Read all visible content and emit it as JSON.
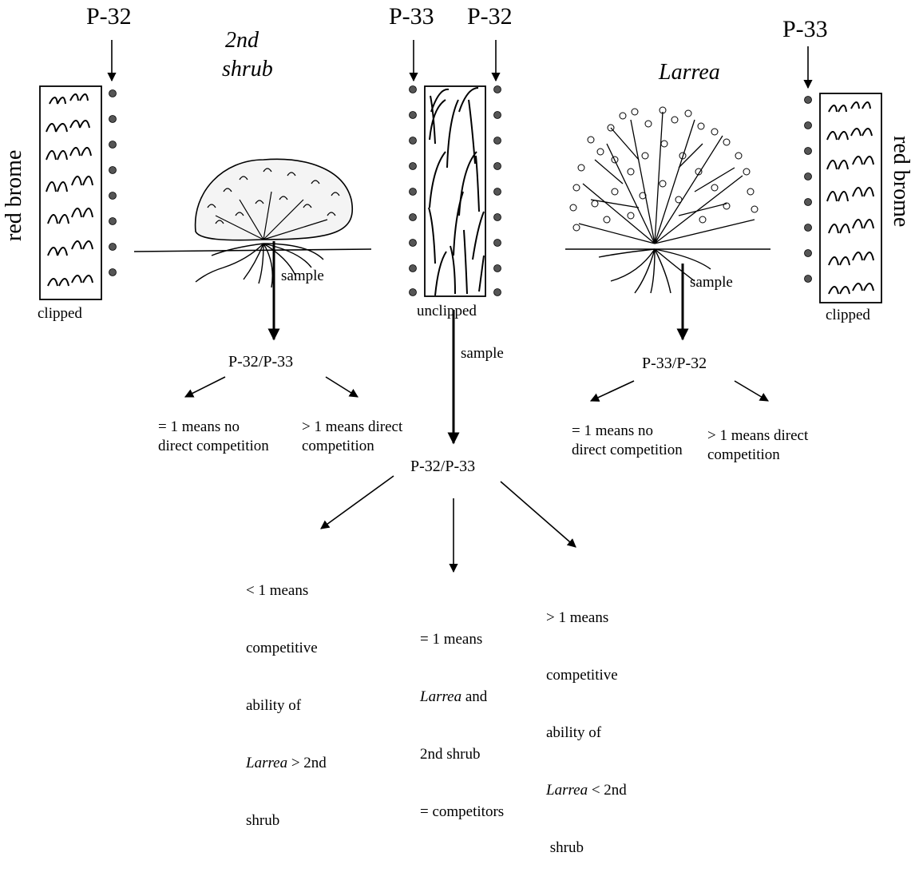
{
  "diagram": {
    "probe_labels": {
      "left_p32": "P-32",
      "mid_p33": "P-33",
      "mid_p32": "P-32",
      "right_p33": "P-33"
    },
    "plant_labels": {
      "second_shrub_line1": "2nd",
      "second_shrub_line2": "shrub",
      "larrea": "Larrea"
    },
    "side_labels": {
      "left": "red brome",
      "right": "red brome"
    },
    "plot_labels": {
      "left": "clipped",
      "middle": "unclipped",
      "right": "clipped"
    },
    "sample_labels": {
      "left": "sample",
      "middle": "sample",
      "right": "sample"
    },
    "ratios": {
      "left": "P-32/P-33",
      "right": "P-33/P-32",
      "bottom": "P-32/P-33"
    },
    "outcomes": {
      "left_eq": "= 1 means no\ndirect competition",
      "left_gt": "> 1 means direct\ncompetition",
      "right_eq": "= 1 means no\ndirect competition",
      "right_gt": "> 1 means direct\ncompetition"
    },
    "bottom_outcomes": {
      "lt_l1": "< 1 means",
      "lt_l2": "competitive",
      "lt_l3": "ability of",
      "lt_l4_italic": "Larrea",
      "lt_l4_rest": " > 2nd",
      "lt_l5": "shrub",
      "eq_l1": "= 1 means",
      "eq_l2_italic": "Larrea",
      "eq_l2_rest": " and",
      "eq_l3": "2nd shrub",
      "eq_l4": "= competitors",
      "gt_l1": "> 1 means",
      "gt_l2": "competitive",
      "gt_l3": "ability of",
      "gt_l4_italic": "Larrea",
      "gt_l4_rest": " < 2nd",
      "gt_l5": " shrub"
    }
  }
}
